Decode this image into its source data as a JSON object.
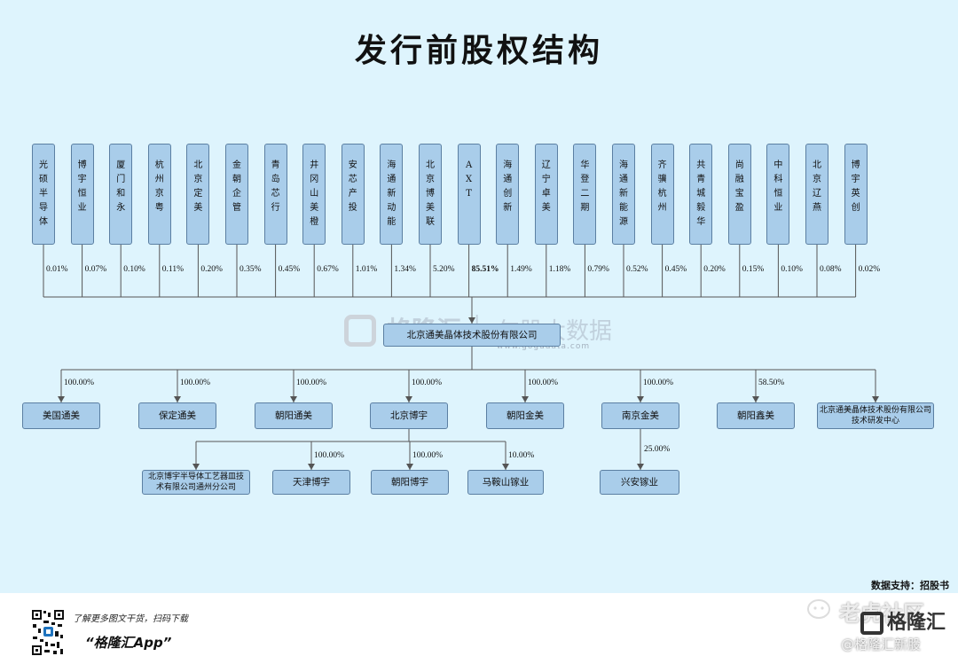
{
  "title": "发行前股权结构",
  "shareholders": [
    {
      "name": "光硕半导体",
      "pct": "0.01%"
    },
    {
      "name": "博宇恒业",
      "pct": "0.07%"
    },
    {
      "name": "厦门和永",
      "pct": "0.10%"
    },
    {
      "name": "杭州京粤",
      "pct": "0.11%"
    },
    {
      "name": "北京定美",
      "pct": "0.20%"
    },
    {
      "name": "金朝企管",
      "pct": "0.35%"
    },
    {
      "name": "青岛芯行",
      "pct": "0.45%"
    },
    {
      "name": "井冈山美橙",
      "pct": "0.67%"
    },
    {
      "name": "安芯产投",
      "pct": "1.01%"
    },
    {
      "name": "海通新动能",
      "pct": "1.34%"
    },
    {
      "name": "北京博美联",
      "pct": "5.20%"
    },
    {
      "name": "AXT",
      "pct": "85.51%"
    },
    {
      "name": "海通创新",
      "pct": "1.49%"
    },
    {
      "name": "辽宁卓美",
      "pct": "1.18%"
    },
    {
      "name": "华登二期",
      "pct": "0.79%"
    },
    {
      "name": "海通新能源",
      "pct": "0.52%"
    },
    {
      "name": "齐骥杭州",
      "pct": "0.45%"
    },
    {
      "name": "共青城毅华",
      "pct": "0.20%"
    },
    {
      "name": "尚融宝盈",
      "pct": "0.15%"
    },
    {
      "name": "中科恒业",
      "pct": "0.10%"
    },
    {
      "name": "北京辽燕",
      "pct": "0.08%"
    },
    {
      "name": "博宇英创",
      "pct": "0.02%"
    }
  ],
  "company": "北京通美晶体技术股份有限公司",
  "subsidiaries": [
    {
      "name": "美国通美",
      "pct": "100.00%"
    },
    {
      "name": "保定通美",
      "pct": "100.00%"
    },
    {
      "name": "朝阳通美",
      "pct": "100.00%"
    },
    {
      "name": "北京博宇",
      "pct": "100.00%"
    },
    {
      "name": "朝阳金美",
      "pct": "100.00%"
    },
    {
      "name": "南京金美",
      "pct": "100.00%"
    },
    {
      "name": "朝阳鑫美",
      "pct": "58.50%"
    },
    {
      "name": "北京通美晶体技术股份有限公司技术研发中心",
      "pct": ""
    }
  ],
  "boyu_children": [
    {
      "name": "北京博宇半导体工艺器皿技术有限公司通州分公司",
      "pct": ""
    },
    {
      "name": "天津博宇",
      "pct": "100.00%"
    },
    {
      "name": "朝阳博宇",
      "pct": "100.00%"
    },
    {
      "name": "马鞍山镓业",
      "pct": "10.00%"
    }
  ],
  "jinmei_child": {
    "name": "兴安镓业",
    "pct": "25.00%"
  },
  "watermark": {
    "brand": "格隆汇",
    "sep": "|",
    "tagline": "勾股大数据",
    "url": "www.gogudata.com"
  },
  "source": "数据支持：招股书",
  "footer": {
    "note": "了解更多图文干货，扫码下载",
    "app": "“格隆汇App”",
    "brand": "格隆汇",
    "tiger": "老虎社区",
    "handle": "@格隆汇新股"
  },
  "colors": {
    "background": "#def4fd",
    "box": "#a9cdea",
    "border": "#5b7fa2",
    "line": "#555555"
  }
}
